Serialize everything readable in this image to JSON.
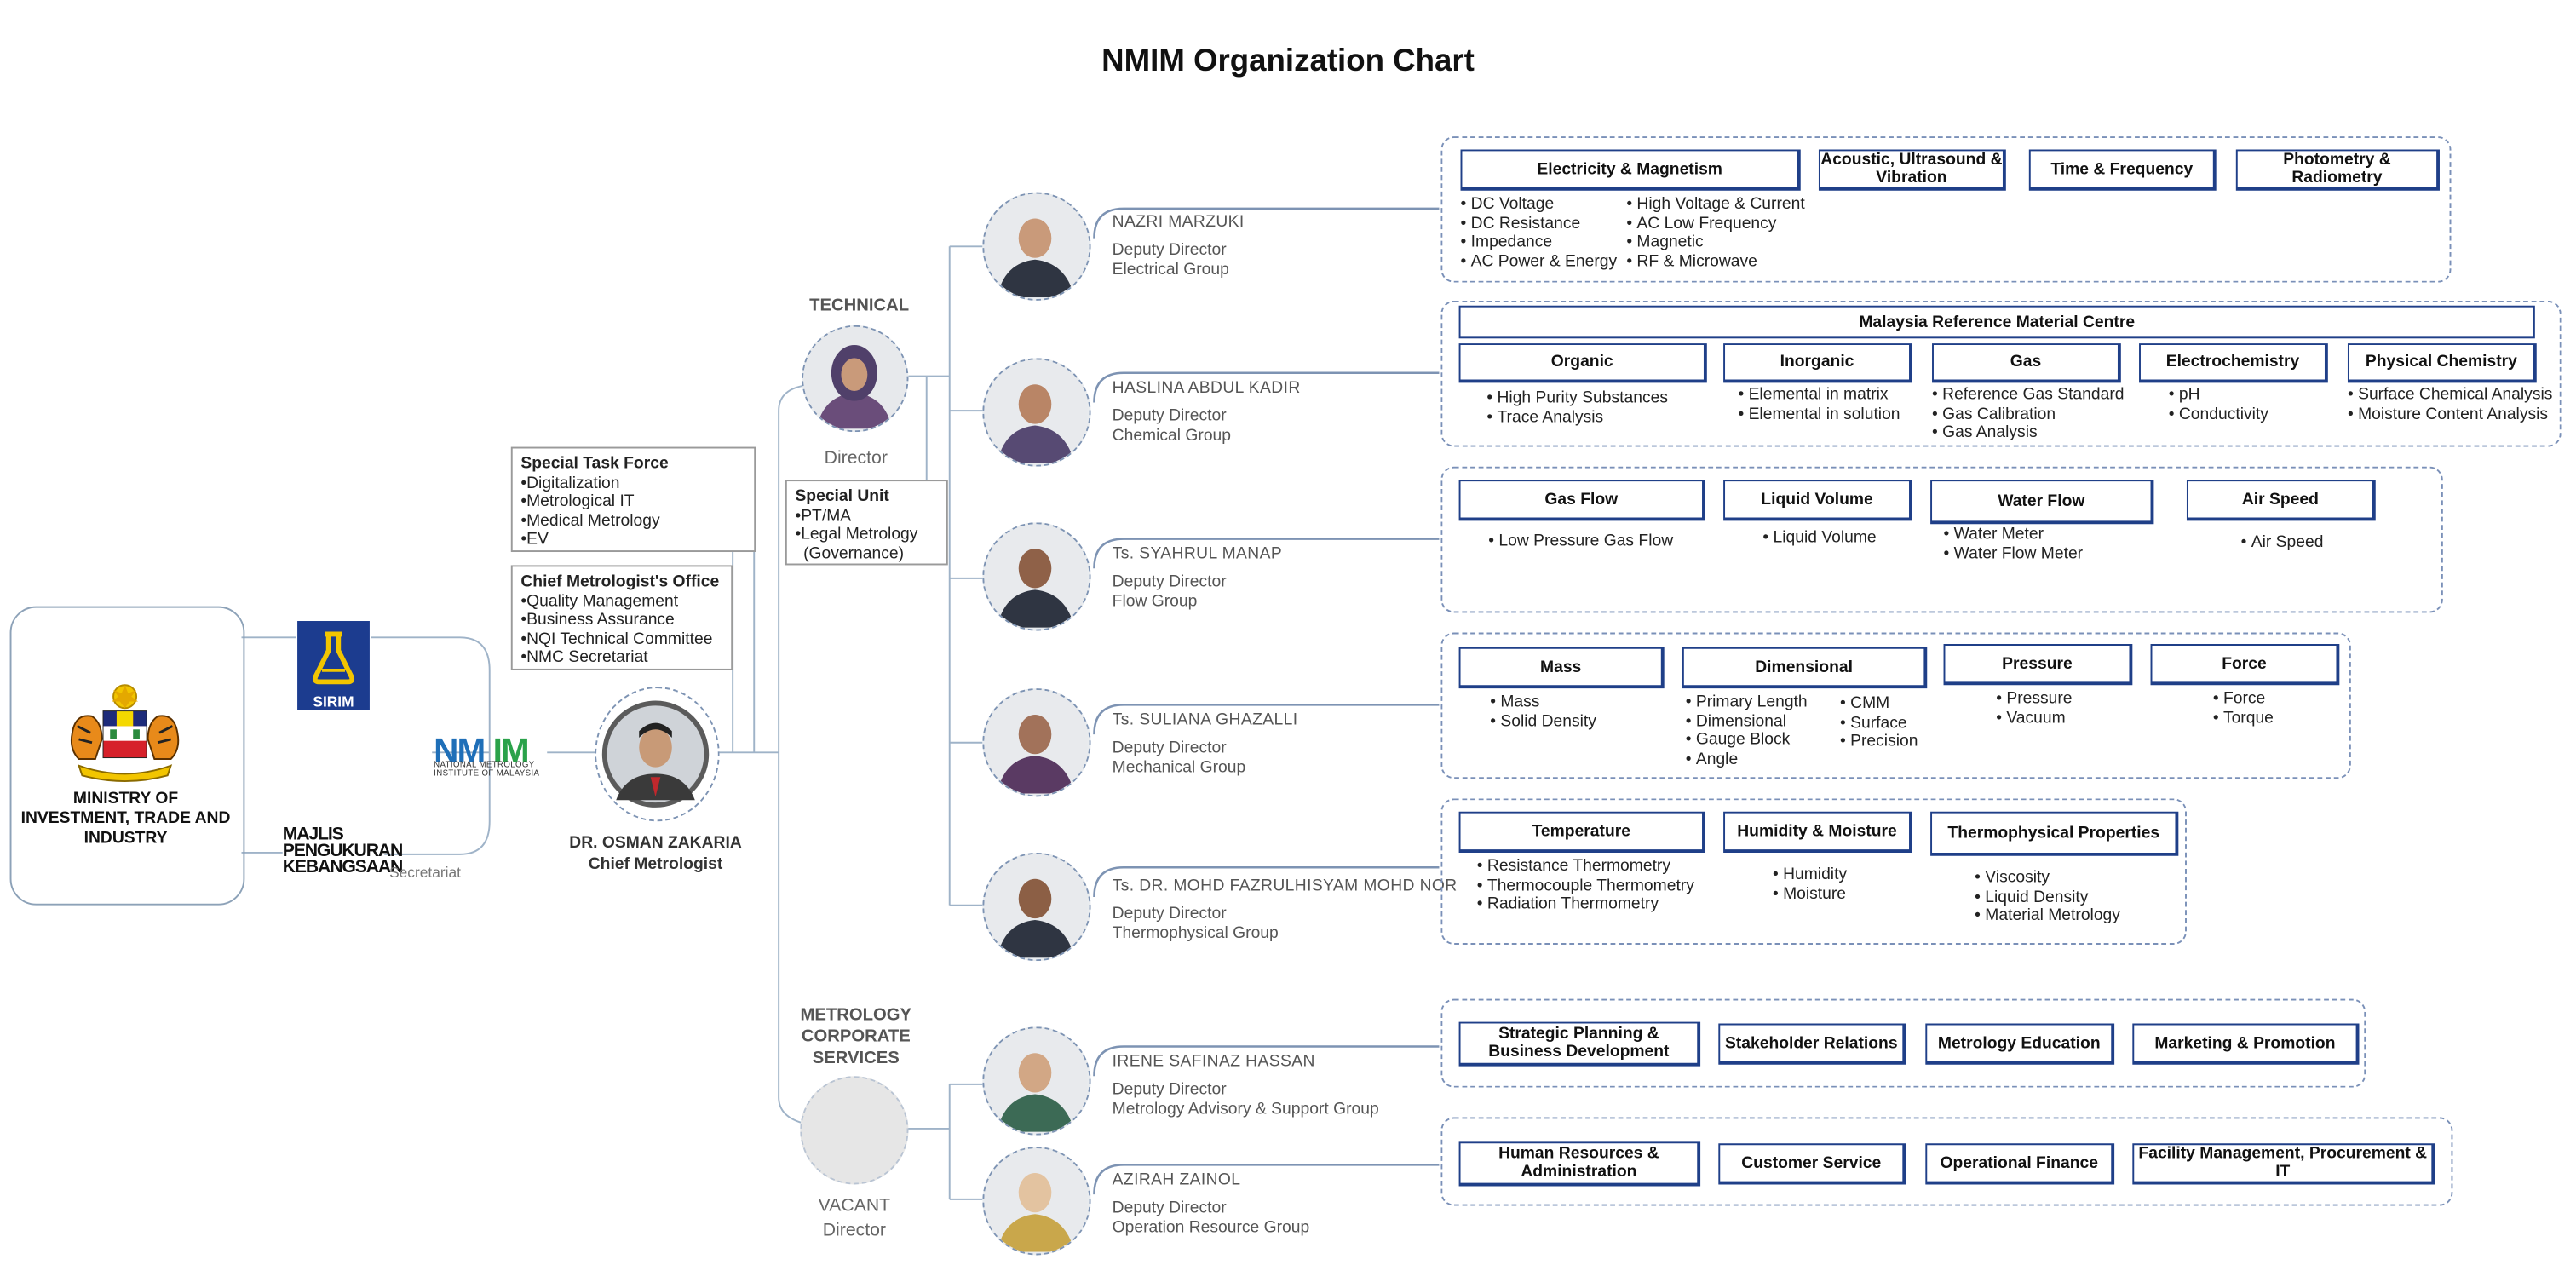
{
  "title": "NMIM Organization Chart",
  "ministry": {
    "name_line1": "MINISTRY OF",
    "name_line2": "INVESTMENT, TRADE AND INDUSTRY"
  },
  "sirim": {
    "label": "SIRIM"
  },
  "majlis": {
    "line1": "MAJLIS",
    "line2": "PENGUKURAN",
    "line3": "KEBANGSAAN",
    "secretariat": "Secretariat"
  },
  "nmim": {
    "logo": "NMIM",
    "subtitle": "NATIONAL METROLOGY INSTITUTE OF MALAYSIA"
  },
  "special_task_force": {
    "heading": "Special Task Force",
    "items": [
      "•Digitalization",
      "•Metrological IT",
      "•Medical Metrology",
      "•EV"
    ]
  },
  "chief_metrologist_office": {
    "heading": "Chief Metrologist's Office",
    "items": [
      "•Quality Management",
      "•Business Assurance",
      "•NQI Technical Committee",
      "•NMC Secretariat"
    ]
  },
  "chief": {
    "name": "DR. OSMAN ZAKARIA",
    "role": "Chief Metrologist"
  },
  "technical": {
    "heading": "TECHNICAL",
    "role": "Director"
  },
  "special_unit": {
    "heading": "Special Unit",
    "items": [
      "•PT/MA",
      "•Legal Metrology",
      "(Governance)"
    ]
  },
  "corporate": {
    "heading_line1": "METROLOGY",
    "heading_line2": "CORPORATE",
    "heading_line3": "SERVICES",
    "status": "VACANT",
    "role": "Director"
  },
  "colors": {
    "frame": "#7a90b8",
    "lab_border": "#1f3f88",
    "line": "#9fb3c8",
    "nmim_blue": "#1f6fb8",
    "nmim_green": "#2aa24a"
  },
  "deputies": [
    {
      "name": "NAZRI MARZUKI",
      "role": "Deputy Director",
      "group": "Electrical Group",
      "labs": [
        {
          "name": "Electricity & Magnetism",
          "items": [
            "DC Voltage",
            "DC Resistance",
            "Impedance",
            "AC Power & Energy"
          ]
        },
        {
          "name": "",
          "items": [
            "High Voltage & Current",
            "AC Low Frequency",
            "Magnetic",
            "RF & Microwave"
          ]
        },
        {
          "name": "Acoustic, Ultrasound & Vibration",
          "items": []
        },
        {
          "name": "Time & Frequency",
          "items": []
        },
        {
          "name": "Photometry & Radiometry",
          "items": []
        }
      ]
    },
    {
      "name": "HASLINA ABDUL KADIR",
      "role": "Deputy Director",
      "group": "Chemical Group",
      "centre": "Malaysia Reference Material Centre",
      "labs": [
        {
          "name": "Organic",
          "items": [
            "High Purity Substances",
            "Trace Analysis"
          ]
        },
        {
          "name": "Inorganic",
          "items": [
            "Elemental in matrix",
            "Elemental in solution"
          ]
        },
        {
          "name": "Gas",
          "items": [
            "Reference Gas Standard",
            "Gas Calibration",
            "Gas Analysis"
          ]
        },
        {
          "name": "Electrochemistry",
          "items": [
            "pH",
            "Conductivity"
          ]
        },
        {
          "name": "Physical Chemistry",
          "items": [
            "Surface Chemical  Analysis",
            "Moisture Content Analysis"
          ]
        }
      ]
    },
    {
      "name": "Ts. SYAHRUL MANAP",
      "role": "Deputy Director",
      "group": "Flow Group",
      "labs": [
        {
          "name": "Gas Flow",
          "items": [
            "Low Pressure Gas Flow"
          ]
        },
        {
          "name": "Liquid Volume",
          "items": [
            "Liquid Volume"
          ]
        },
        {
          "name": "Water Flow",
          "items": [
            "Water Meter",
            "Water Flow Meter"
          ]
        },
        {
          "name": "Air Speed",
          "items": [
            "Air Speed"
          ]
        }
      ]
    },
    {
      "name": "Ts. SULIANA GHAZALLI",
      "role": "Deputy Director",
      "group": "Mechanical Group",
      "labs": [
        {
          "name": "Mass",
          "items": [
            "Mass",
            "Solid Density"
          ]
        },
        {
          "name": "Dimensional",
          "items": [
            "Primary Length",
            "Dimensional",
            "Gauge Block",
            "Angle"
          ]
        },
        {
          "name": "",
          "items": [
            "CMM",
            "Surface",
            "Precision"
          ]
        },
        {
          "name": "Pressure",
          "items": [
            "Pressure",
            "Vacuum"
          ]
        },
        {
          "name": "Force",
          "items": [
            "Force",
            "Torque"
          ]
        }
      ]
    },
    {
      "name": "Ts. DR. MOHD FAZRULHISYAM MOHD NOR",
      "role": "Deputy Director",
      "group": "Thermophysical Group",
      "labs": [
        {
          "name": "Temperature",
          "items": [
            "Resistance Thermometry",
            "Thermocouple Thermometry",
            "Radiation Thermometry"
          ]
        },
        {
          "name": "Humidity & Moisture",
          "items": [
            "Humidity",
            "Moisture"
          ]
        },
        {
          "name": "Thermophysical Properties",
          "items": [
            "Viscosity",
            "Liquid Density",
            "Material Metrology"
          ]
        }
      ]
    },
    {
      "name": "IRENE SAFINAZ HASSAN",
      "role": "Deputy Director",
      "group": "Metrology Advisory & Support Group",
      "labs": [
        {
          "name": "Strategic Planning & Business Development",
          "items": []
        },
        {
          "name": "Stakeholder Relations",
          "items": []
        },
        {
          "name": "Metrology Education",
          "items": []
        },
        {
          "name": "Marketing & Promotion",
          "items": []
        }
      ]
    },
    {
      "name": "AZIRAH ZAINOL",
      "role": "Deputy Director",
      "group": "Operation Resource Group",
      "labs": [
        {
          "name": "Human Resources & Administration",
          "items": []
        },
        {
          "name": "Customer Service",
          "items": []
        },
        {
          "name": "Operational Finance",
          "items": []
        },
        {
          "name": "Facility Management, Procurement & IT",
          "items": []
        }
      ]
    }
  ]
}
